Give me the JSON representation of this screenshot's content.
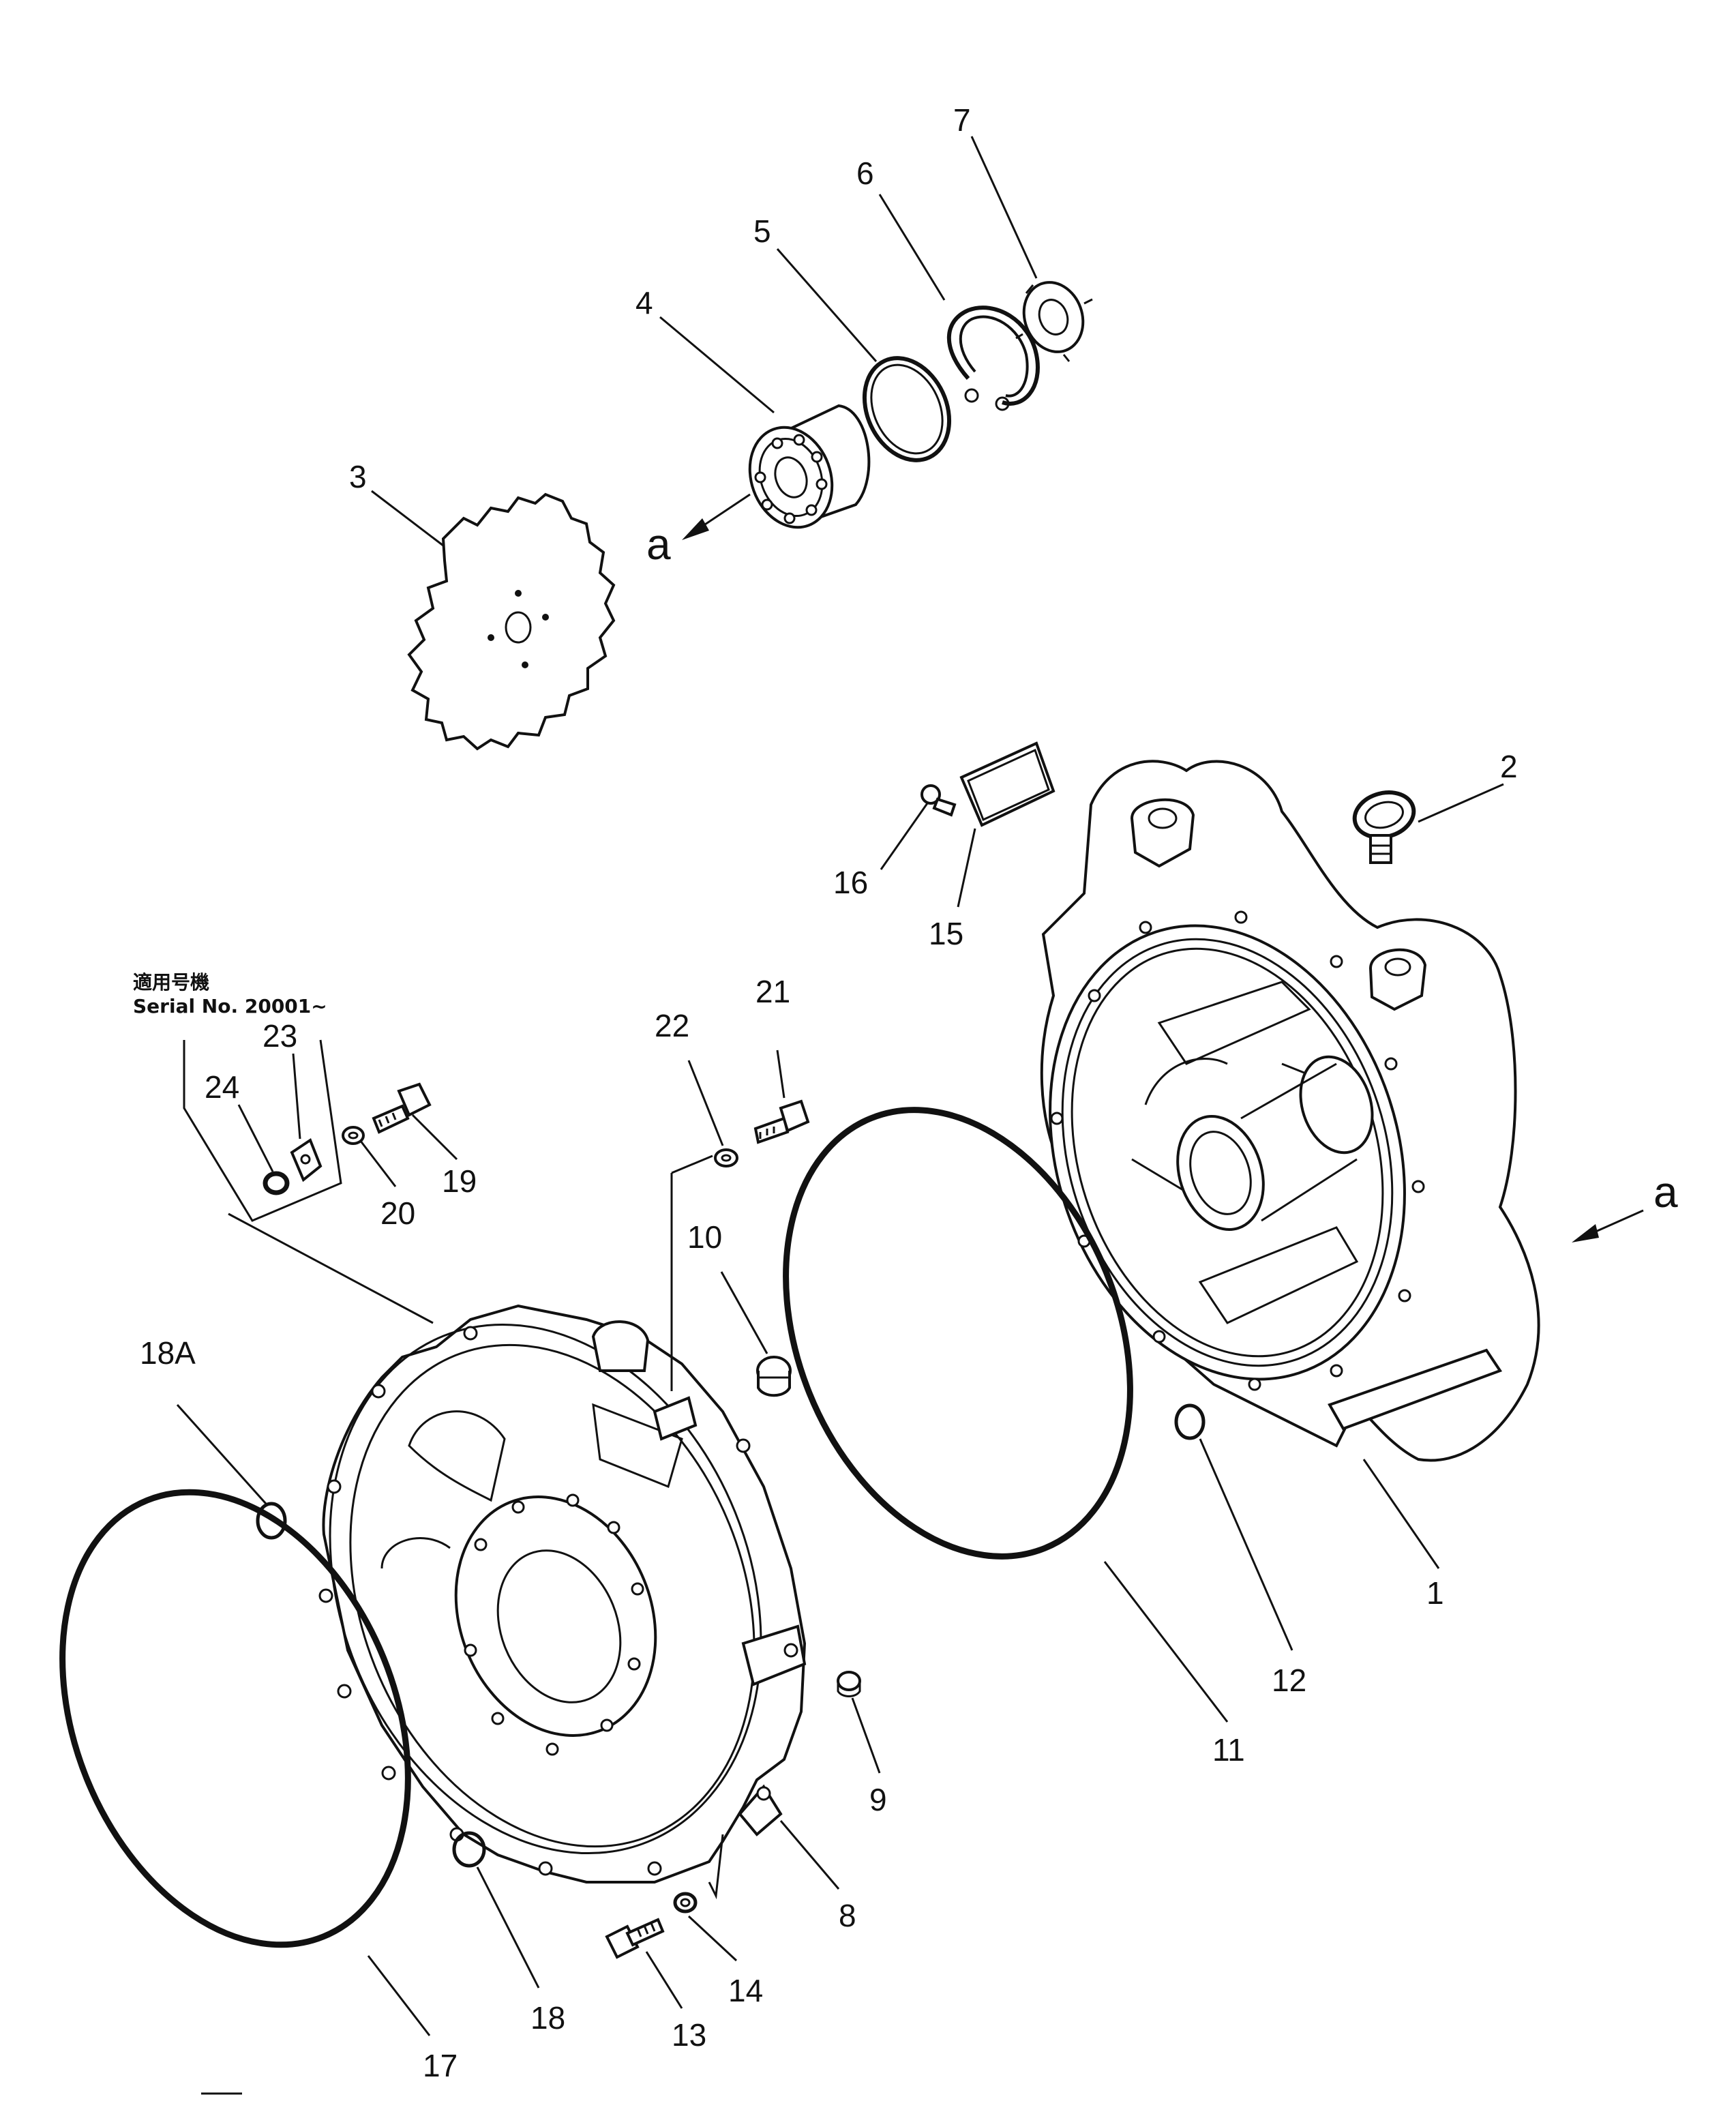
{
  "applicability_note": {
    "line1": "適用号機",
    "line2": "Serial  No.  20001~"
  },
  "view_marker": "a",
  "callouts": [
    "1",
    "2",
    "3",
    "4",
    "5",
    "6",
    "7",
    "8",
    "9",
    "10",
    "11",
    "12",
    "13",
    "14",
    "15",
    "16",
    "17",
    "18",
    "18A",
    "19",
    "20",
    "21",
    "22",
    "23",
    "24"
  ]
}
